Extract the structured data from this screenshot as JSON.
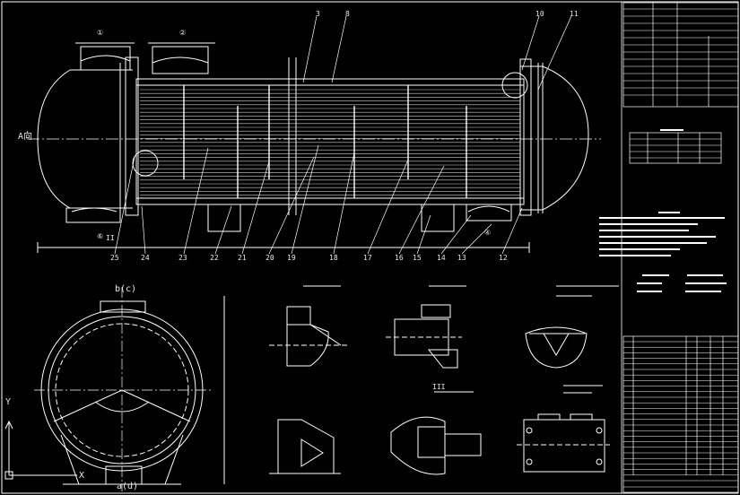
{
  "view_label": "A向",
  "section_labels": {
    "top": "b(c)",
    "bottom": "a(d)"
  },
  "leader_numbers": {
    "top": [
      "①",
      "②",
      "3",
      "8",
      "10",
      "11"
    ],
    "bottom": [
      "25",
      "24",
      "23",
      "22",
      "21",
      "20",
      "19",
      "18",
      "17",
      "16",
      "15",
      "14",
      "13",
      "12"
    ]
  },
  "detail_tags": [
    "II",
    "III",
    "⑥",
    "④"
  ],
  "axis": {
    "y": "Y",
    "x": "X"
  },
  "colors": {
    "bg": "#000000",
    "line": "#ffffff",
    "center": "#cfcfcf"
  }
}
